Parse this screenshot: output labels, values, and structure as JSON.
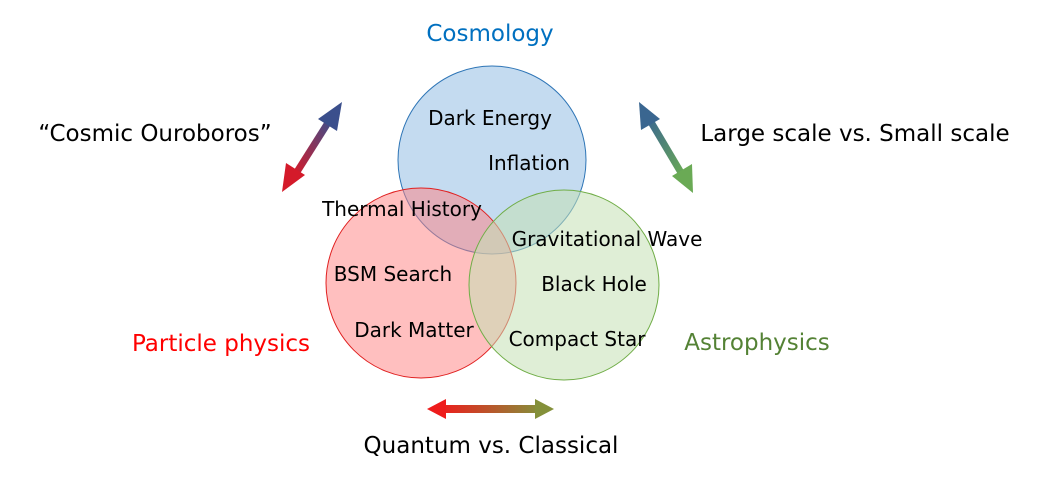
{
  "headings": {
    "cosmology": "Cosmology",
    "particle": "Particle physics",
    "astro": "Astrophysics"
  },
  "themes": {
    "ouroboros": "“Cosmic Ouroboros”",
    "scale": "Large scale vs. Small scale",
    "quantum": "Quantum vs. Classical"
  },
  "topics": {
    "dark_energy": "Dark Energy",
    "inflation": "Inflation",
    "thermal_history": "Thermal History",
    "grav_wave": "Gravitational Wave",
    "bsm": "BSM Search",
    "black_hole": "Black Hole",
    "dark_matter": "Dark Matter",
    "compact_star": "Compact Star"
  },
  "colors": {
    "cosmology": "#0070c0",
    "particle": "#ff0000",
    "astro": "#548235"
  }
}
